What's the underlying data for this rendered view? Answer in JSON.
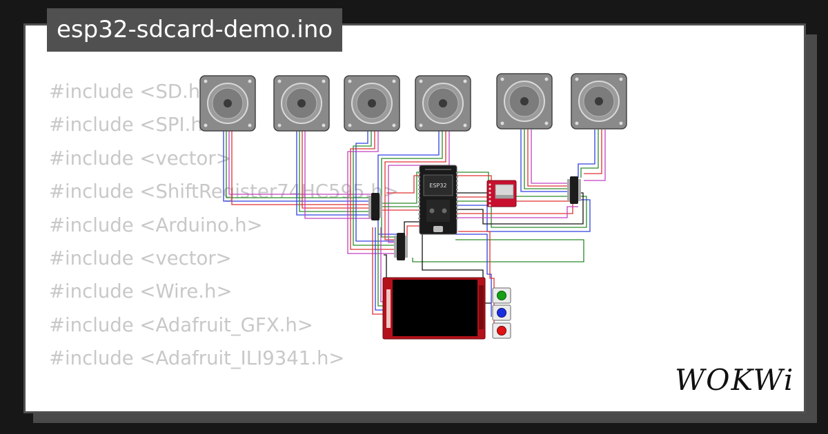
{
  "project": {
    "filename": "esp32-sdcard-demo.ino"
  },
  "code_lines": [
    "#include <SD.h>",
    "#include <SPI.h>",
    "#include <vector>",
    "#include <ShiftRegister74HC595.h>",
    "#include <Arduino.h>",
    "#include <vector>",
    "#include <Wire.h>",
    "#include <Adafruit_GFX.h>",
    "#include <Adafruit_ILI9341.h>"
  ],
  "diagram": {
    "board_label": "ESP32",
    "steppers": [
      "stepper-1",
      "stepper-2",
      "stepper-3",
      "stepper-4",
      "stepper-5",
      "stepper-6"
    ],
    "buttons": [
      {
        "name": "green",
        "color": "#16a016"
      },
      {
        "name": "blue",
        "color": "#1a2ee0"
      },
      {
        "name": "red",
        "color": "#e21212"
      }
    ],
    "wire_colors": [
      "#e03030",
      "#2a8a2a",
      "#3040e0",
      "#c040c0"
    ]
  },
  "brand": {
    "logo": "WOKWi"
  }
}
